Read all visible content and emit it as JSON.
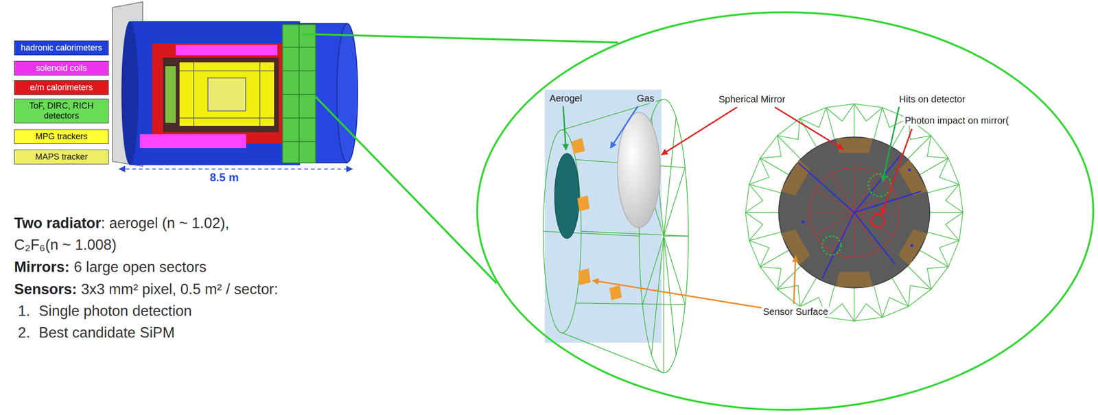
{
  "diagram": {
    "nodes": [
      {
        "text": [
          "Aerogel",
          "Gas",
          "Spherical Mirror",
          "Hits on detector",
          "Photon impact on mirror(",
          "Sensor Surface"
        ]
      }
    ],
    "labels": [
      "8.5 m",
      "Two radiator",
      ": aerogel (n ~ 1.02),",
      "C₂F₆(n ~ 1.008)",
      "Mirrors:",
      "6 large open sectors",
      "Sensors:",
      "3x3 mm² pixel, 0.5 m² / sector:",
      "1.",
      "Single photon detection",
      "2.",
      "Best candidate SiPM"
    ],
    "legend": [
      {
        "text": "hadronic calorimeters",
        "color": "#1f3fd8"
      },
      {
        "text": "solenoid coils",
        "color": "#ee33ee"
      },
      {
        "text": "e/m calorimeters",
        "color": "#e0161c"
      },
      {
        "text": "ToF, DIRC, RICH detectors",
        "color": "#66dd55"
      },
      {
        "text": "MPG trackers",
        "color": "#ffff33"
      },
      {
        "text": "MAPS tracker",
        "color": "#eeee66"
      }
    ]
  }
}
